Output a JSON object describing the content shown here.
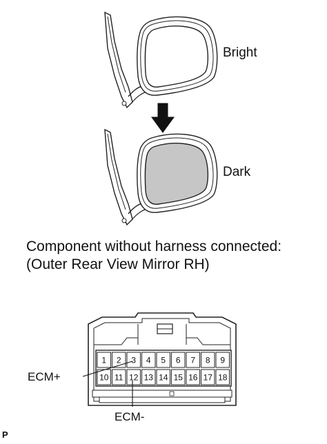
{
  "mirror_top": {
    "label": "Bright",
    "fill": "#ffffff"
  },
  "mirror_bottom": {
    "label": "Dark",
    "fill": "#c6c6c6"
  },
  "caption": {
    "line1": "Component without harness connected:",
    "line2": "(Outer Rear View Mirror RH)"
  },
  "connector": {
    "top_row": [
      "1",
      "2",
      "3",
      "4",
      "5",
      "6",
      "7",
      "8",
      "9"
    ],
    "bottom_row": [
      "10",
      "11",
      "12",
      "13",
      "14",
      "15",
      "16",
      "17",
      "18"
    ],
    "ecm_plus": "ECM+",
    "ecm_minus": "ECM-"
  },
  "corner_mark": "P"
}
